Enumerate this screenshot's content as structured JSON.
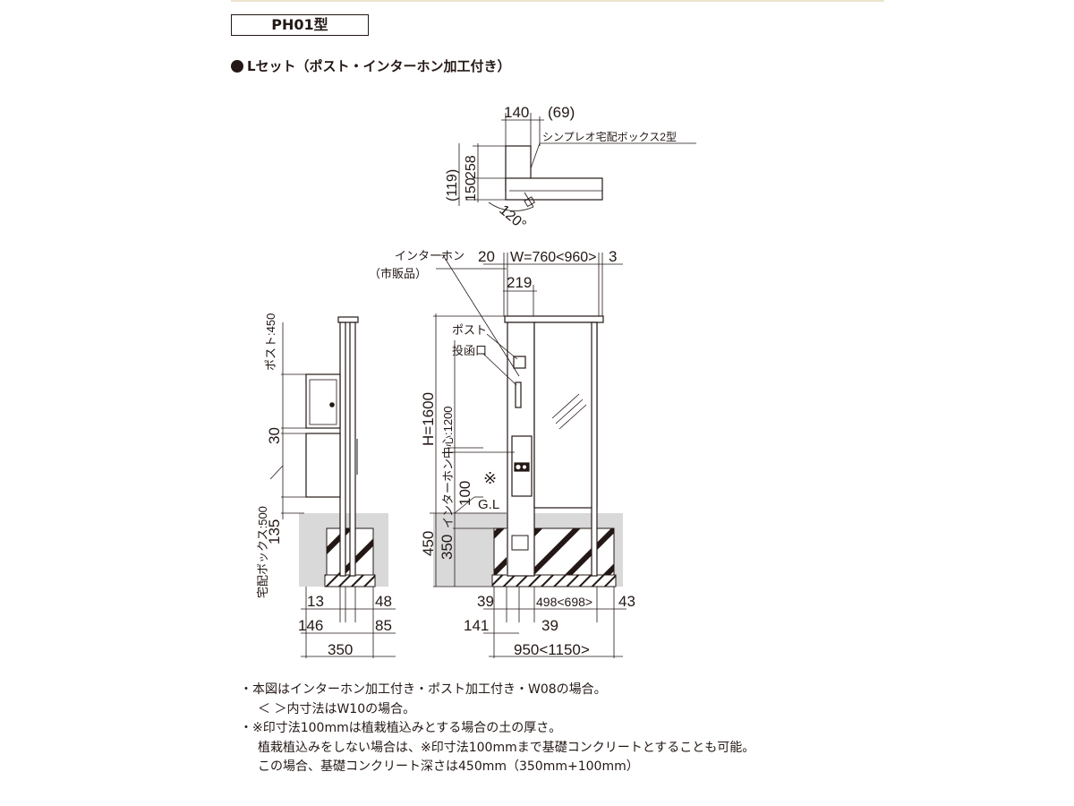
{
  "header": {
    "model": "PH01型",
    "set_title": "Lセット（ポスト・インターホン加工付き）"
  },
  "plan_view": {
    "dim_width": "140",
    "dim_offset": "(69)",
    "dim_depth_upper": "258",
    "dim_depth_lower": "150",
    "dim_depth_total": "(119)",
    "angle": "120°",
    "callout_box": "シンプレオ宅配ボックス2型"
  },
  "side_view": {
    "label_post": "ポスト:450",
    "label_box": "宅配ボックス:500",
    "dim_gap": "30",
    "dim_bottom": "135",
    "dim_13": "13",
    "dim_48": "48",
    "dim_146": "146",
    "dim_85": "85",
    "dim_350": "350"
  },
  "front_view": {
    "callout_intercom": "インターホン",
    "callout_intercom_sub": "（市販品）",
    "callout_post": "ポスト",
    "callout_slot": "投函口",
    "dim_20": "20",
    "dim_width": "W=760<960>",
    "dim_3": "3",
    "dim_219": "219",
    "dim_height": "H=1600",
    "dim_intercom_center": "インターホン中心:1200",
    "dim_100": "100",
    "mark": "※",
    "gl": "G.L",
    "dim_450": "450",
    "dim_350": "350",
    "dim_39a": "39",
    "dim_inner": "498<698>",
    "dim_43": "43",
    "dim_141": "141",
    "dim_39b": "39",
    "dim_total": "950<1150>"
  },
  "notes": {
    "line1": "・本図はインターホン加工付き・ポスト加工付き・W08の場合。",
    "line2": "＜ ＞内寸法はW10の場合。",
    "line3": "・※印寸法100mmは植栽植込みとする場合の土の厚さ。",
    "line4": "植栽植込みをしない場合は、※印寸法100mmまで基礎コンクリートとすることも可能。",
    "line5": "この場合、基礎コンクリート深さは450mm（350mm+100mm）"
  }
}
